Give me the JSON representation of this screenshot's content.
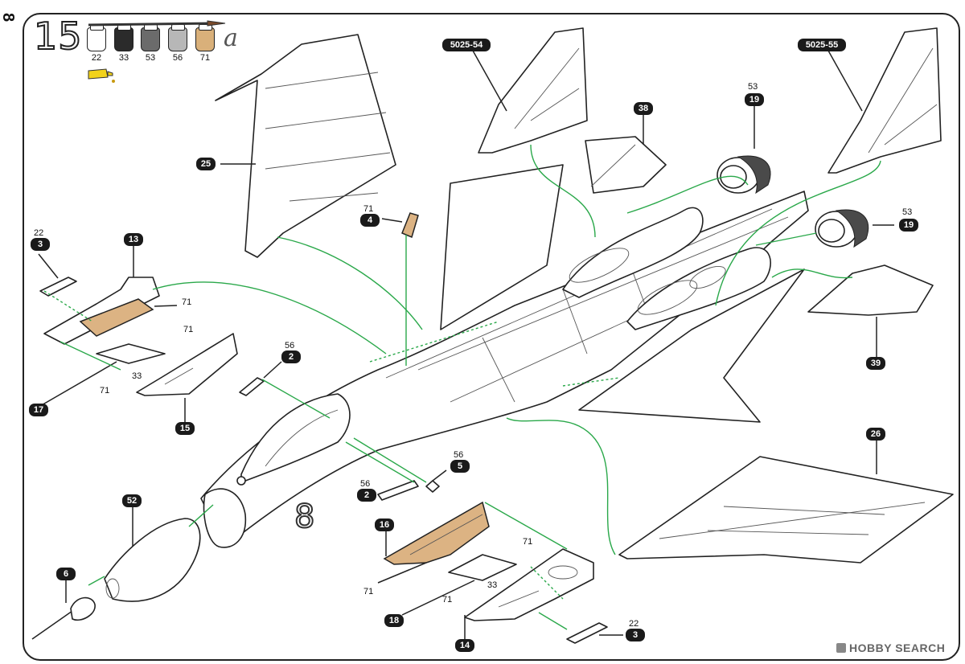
{
  "page_number": "8",
  "step": {
    "number": "15",
    "suffix": "a",
    "paints": [
      {
        "code": "22",
        "color": "#ffffff"
      },
      {
        "code": "33",
        "color": "#2b2b2b"
      },
      {
        "code": "53",
        "color": "#6b6b6b"
      },
      {
        "code": "56",
        "color": "#b7b7b7"
      },
      {
        "code": "71",
        "color": "#d9b07a"
      }
    ]
  },
  "labels": {
    "ref_left_fin": "5025-54",
    "ref_right_fin": "5025-55",
    "tag_25": "25",
    "tag_38": "38",
    "tag_19a": "19",
    "tag_19b": "19",
    "paint_53a": "53",
    "paint_53b": "53",
    "tag_4": "4",
    "paint_71_4": "71",
    "tag_13": "13",
    "tag_3a": "3",
    "paint_22a": "22",
    "paint_71_13": "71",
    "paint_71_15": "71",
    "paint_33a": "33",
    "paint_71_17": "71",
    "tag_17": "17",
    "tag_15": "15",
    "tag_2a": "2",
    "paint_56a": "56",
    "tag_39": "39",
    "tag_26": "26",
    "tag_52": "52",
    "tag_6": "6",
    "tag_2b": "2",
    "paint_56b": "56",
    "tag_5": "5",
    "paint_56c": "56",
    "tag_16": "16",
    "paint_71_16": "71",
    "paint_71_14": "71",
    "paint_33b": "33",
    "paint_71_18": "71",
    "tag_18": "18",
    "tag_14": "14",
    "tag_3b": "3",
    "paint_22b": "22",
    "big_callout": "8"
  },
  "watermark": "HOBBY SEARCH"
}
